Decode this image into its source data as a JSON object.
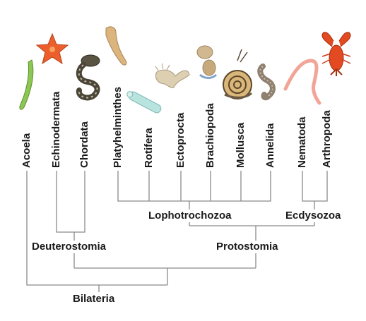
{
  "taxa": [
    {
      "name": "Acoela",
      "icon": "flatworm-icon",
      "color": "#7ab648"
    },
    {
      "name": "Echinodermata",
      "icon": "starfish-icon",
      "color": "#e8572a"
    },
    {
      "name": "Chordata",
      "icon": "snake-icon",
      "color": "#4a4a3a"
    },
    {
      "name": "Platyhelminthes",
      "icon": "flatworm-icon",
      "color": "#d9b07a"
    },
    {
      "name": "Rotifera",
      "icon": "rotifer-icon",
      "color": "#a8dcd8"
    },
    {
      "name": "Ectoprocta",
      "icon": "bryozoan-icon",
      "color": "#d8c9a8"
    },
    {
      "name": "Brachiopoda",
      "icon": "brachiopod-icon",
      "color": "#c9b08a"
    },
    {
      "name": "Mollusca",
      "icon": "snail-icon",
      "color": "#caa66a"
    },
    {
      "name": "Annelida",
      "icon": "segmented-worm-icon",
      "color": "#9a8a78"
    },
    {
      "name": "Nematoda",
      "icon": "roundworm-icon",
      "color": "#f0a89a"
    },
    {
      "name": "Arthropoda",
      "icon": "lobster-icon",
      "color": "#e0421e"
    }
  ],
  "clades": {
    "lophotrochozoa": "Lophotrochozoa",
    "ecdysozoa": "Ecdysozoa",
    "deuterostomia": "Deuterostomia",
    "protostomia": "Protostomia",
    "bilateria": "Bilateria"
  },
  "line_color": "#8a8a8a"
}
